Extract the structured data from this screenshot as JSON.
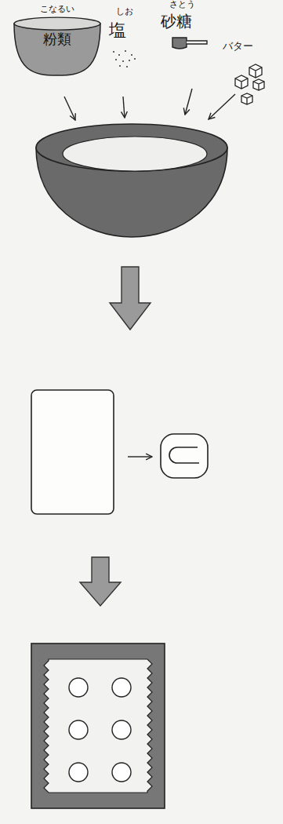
{
  "diagram": {
    "nodes": [
      {
        "text": [
          "こなるい",
          "粉類"
        ]
      }
    ],
    "labels": [
      "しお",
      "塩",
      "さとう",
      "砂糖",
      "バター"
    ]
  }
}
